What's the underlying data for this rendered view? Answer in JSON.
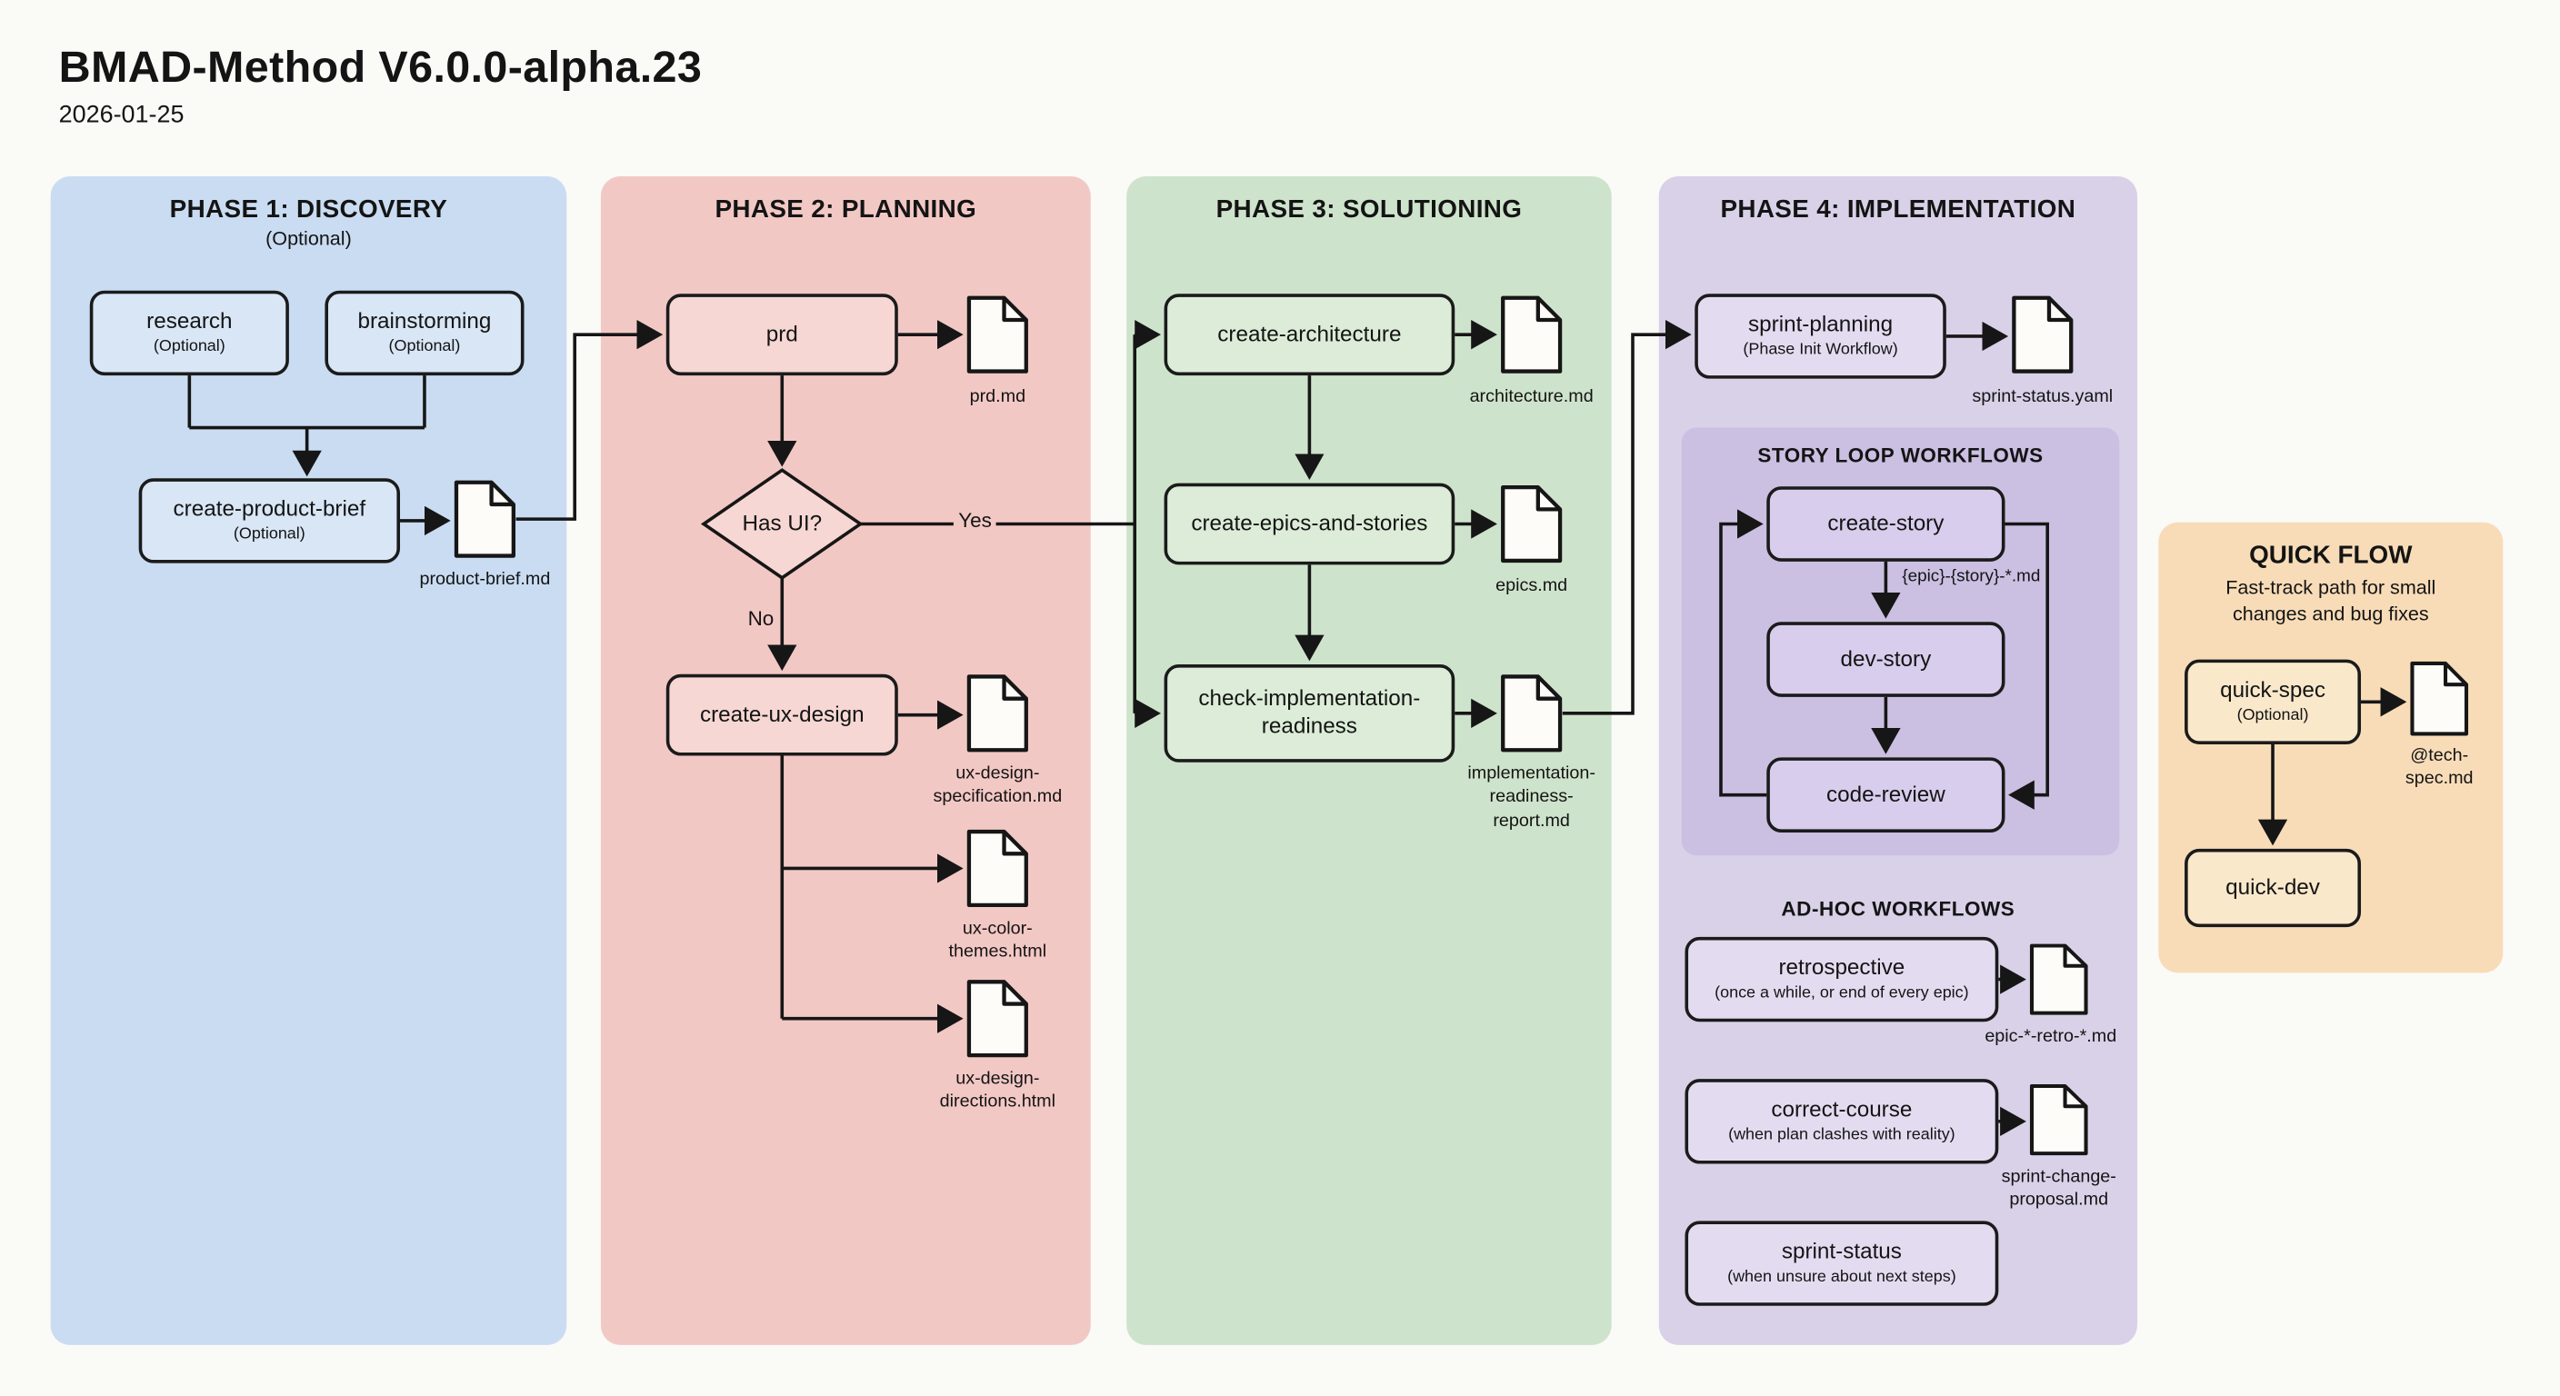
{
  "header": {
    "title": "BMAD-Method V6.0.0-alpha.23",
    "date": "2026-01-25"
  },
  "colors": {
    "phase1_bg": "#c9dcf2",
    "phase2_bg": "#f2c8c5",
    "phase3_bg": "#cee3cb",
    "phase4_bg": "#d8d1e8",
    "story_loop_bg": "#cbbfe2",
    "quick_bg": "#f8dcb8",
    "line": "#161616"
  },
  "p1": {
    "title": "PHASE 1: DISCOVERY",
    "subtitle": "(Optional)",
    "research": "research",
    "research_sub": "(Optional)",
    "brainstorming": "brainstorming",
    "brainstorming_sub": "(Optional)",
    "create_product_brief": "create-product-brief",
    "create_product_brief_sub": "(Optional)",
    "doc_product_brief": "product-brief.md"
  },
  "p2": {
    "title": "PHASE 2: PLANNING",
    "prd": "prd",
    "doc_prd": "prd.md",
    "has_ui": "Has UI?",
    "yes": "Yes",
    "no": "No",
    "create_ux_design": "create-ux-design",
    "doc_ux_spec": "ux-design-\nspecification.md",
    "doc_ux_color": "ux-color-\nthemes.html",
    "doc_ux_dir": "ux-design-\ndirections.html"
  },
  "p3": {
    "title": "PHASE 3: SOLUTIONING",
    "create_architecture": "create-architecture",
    "doc_architecture": "architecture.md",
    "create_epics": "create-epics-and-stories",
    "doc_epics": "epics.md",
    "check_impl": "check-implementation-\nreadiness",
    "doc_impl": "implementation-\nreadiness-\nreport.md"
  },
  "p4": {
    "title": "PHASE 4: IMPLEMENTATION",
    "sprint_planning": "sprint-planning",
    "sprint_planning_sub": "(Phase Init Workflow)",
    "doc_sprint_status": "sprint-status.yaml",
    "story_loop_title": "STORY LOOP WORKFLOWS",
    "create_story": "create-story",
    "story_edge_label": "{epic}-{story}-*.md",
    "dev_story": "dev-story",
    "code_review": "code-review",
    "adhoc_title": "AD-HOC WORKFLOWS",
    "retrospective": "retrospective",
    "retrospective_sub": "(once a while, or end of every epic)",
    "doc_retro": "epic-*-retro-*.md",
    "correct_course": "correct-course",
    "correct_course_sub": "(when plan clashes with reality)",
    "doc_course": "sprint-change-\nproposal.md",
    "sprint_status": "sprint-status",
    "sprint_status_sub": "(when unsure about next steps)"
  },
  "quick": {
    "title": "QUICK FLOW",
    "subtitle": "Fast-track path for small\nchanges and bug fixes",
    "quick_spec": "quick-spec",
    "quick_spec_sub": "(Optional)",
    "doc_tech_spec": "@tech-\nspec.md",
    "quick_dev": "quick-dev"
  }
}
